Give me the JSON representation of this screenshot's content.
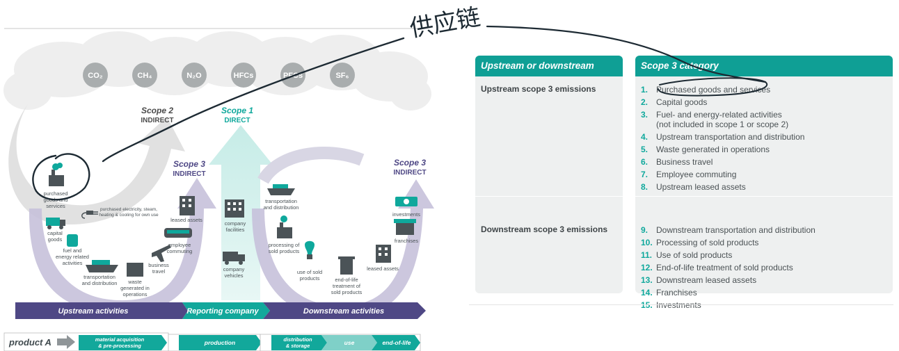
{
  "handwriting": {
    "note": "供应链"
  },
  "diagram": {
    "gases": [
      "CO₂",
      "CH₄",
      "N₂O",
      "HFCs",
      "PFCs",
      "SF₆"
    ],
    "scope2": {
      "title": "Scope 2",
      "sub": "INDIRECT"
    },
    "scope1": {
      "title": "Scope 1",
      "sub": "DIRECT"
    },
    "scope3_left": {
      "title": "Scope 3",
      "sub": "INDIRECT"
    },
    "scope3_right": {
      "title": "Scope 3",
      "sub": "INDIRECT"
    },
    "labels": {
      "purchased_goods": [
        "purchased",
        "goods and",
        "services"
      ],
      "purchased_elec": [
        "purchased electricity, steam,",
        "heating & cooling for own use"
      ],
      "capital_goods": [
        "capital",
        "goods"
      ],
      "fuel_energy": [
        "fuel and",
        "energy related",
        "activities"
      ],
      "transport_up": [
        "transportation",
        "and distribution"
      ],
      "waste": [
        "waste",
        "generated in",
        "operations"
      ],
      "business_travel": [
        "business",
        "travel"
      ],
      "employee_commuting": [
        "employee",
        "commuting"
      ],
      "leased_assets_up": [
        "leased assets"
      ],
      "company_facilities": [
        "company",
        "facilities"
      ],
      "company_vehicles": [
        "company",
        "vehicles"
      ],
      "transport_down": [
        "transportation",
        "and distribution"
      ],
      "processing": [
        "processing of",
        "sold products"
      ],
      "use_of_sold": [
        "use of sold",
        "products"
      ],
      "end_of_life": [
        "end-of-life",
        "treatment of",
        "sold products"
      ],
      "leased_assets_down": [
        "leased assets"
      ],
      "franchises": [
        "franchises"
      ],
      "investments": [
        "investments"
      ]
    },
    "bottom_bar": [
      "Upstream activities",
      "Reporting company",
      "Downstream activities"
    ],
    "product_flow": {
      "label": "product A",
      "steps": [
        [
          "material acquisition",
          "& pre-processing"
        ],
        [
          "production"
        ],
        [
          "distribution",
          "& storage"
        ],
        [
          "use"
        ],
        [
          "end-of-life"
        ]
      ]
    }
  },
  "table": {
    "header_left": "Upstream or downstream",
    "header_right": "Scope 3 category",
    "upstream": {
      "label": "Upstream scope 3 emissions",
      "items": [
        {
          "num": "1.",
          "text": "Purchased goods and services"
        },
        {
          "num": "2.",
          "text": "Capital goods"
        },
        {
          "num": "3.",
          "text": "Fuel- and energy-related activities",
          "text2": "(not included in scope 1 or scope 2)"
        },
        {
          "num": "4.",
          "text": "Upstream transportation and distribution"
        },
        {
          "num": "5.",
          "text": "Waste generated in operations"
        },
        {
          "num": "6.",
          "text": "Business travel"
        },
        {
          "num": "7.",
          "text": "Employee commuting"
        },
        {
          "num": "8.",
          "text": "Upstream leased assets"
        }
      ]
    },
    "downstream": {
      "label": "Downstream scope 3 emissions",
      "items": [
        {
          "num": "9.",
          "text": "Downstream transportation and distribution"
        },
        {
          "num": "10.",
          "text": "Processing of sold products"
        },
        {
          "num": "11.",
          "text": "Use of sold products"
        },
        {
          "num": "12.",
          "text": "End-of-life treatment of sold products"
        },
        {
          "num": "13.",
          "text": "Downstream leased assets"
        },
        {
          "num": "14.",
          "text": "Franchises"
        },
        {
          "num": "15.",
          "text": "Investments"
        }
      ]
    }
  }
}
